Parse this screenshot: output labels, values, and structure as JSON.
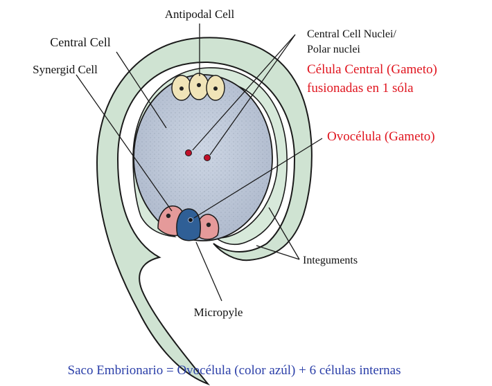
{
  "labels": {
    "antipodal_cell": "Antipodal Cell",
    "central_cell": "Central Cell",
    "synergid_cell": "Synergid Cell",
    "central_cell_nuclei_line1": "Central Cell Nuclei/",
    "central_cell_nuclei_line2": "Polar nuclei",
    "integuments": "Integuments",
    "micropyle": "Micropyle"
  },
  "annotations": {
    "celula_central_line1": "Célula Central (Gameto)",
    "celula_central_line2": "fusionadas en 1 sóla",
    "ovocelula": "Ovocélula (Gameto)",
    "caption": "Saco Embrionario = Ovocélula (color azúl) + 6 células internas"
  },
  "colors": {
    "integument_fill": "#cfe3d2",
    "integument_stroke": "#1a1a1a",
    "sac_fill": "#c9d3e2",
    "antipodal_fill": "#f0e4b8",
    "synergid_fill": "#e59a9a",
    "egg_fill": "#2f5f96",
    "nucleus": "#c0102a",
    "annotation_red": "#e0141e",
    "caption_blue": "#2a3ea8"
  }
}
